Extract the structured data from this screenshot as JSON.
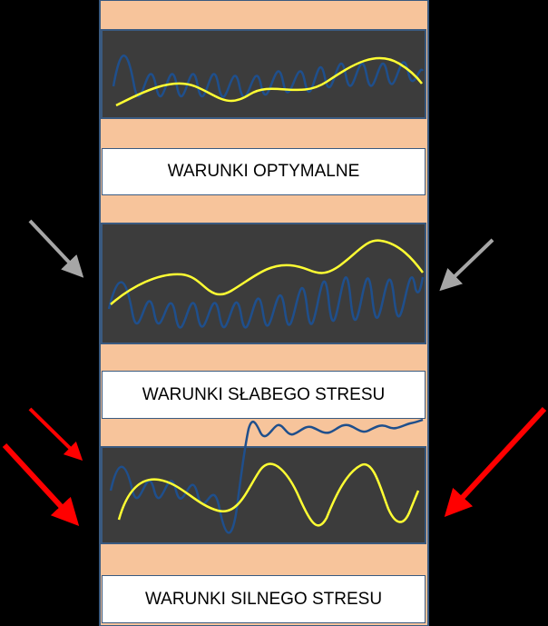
{
  "panels": [
    {
      "label": "WARUNKI OPTYMALNE"
    },
    {
      "label": "WARUNKI SŁABEGO STRESU"
    },
    {
      "label": "WARUNKI SILNEGO STRESU"
    }
  ],
  "colors": {
    "background": "#000000",
    "membrane_band": "#f7c49b",
    "panel_interior": "#3c3c3c",
    "blue_wave": "#1f4f8c",
    "yellow_wave": "#ffff33",
    "weak_stress_arrow": "#a6a6a6",
    "strong_stress_arrow": "#ff0000"
  }
}
